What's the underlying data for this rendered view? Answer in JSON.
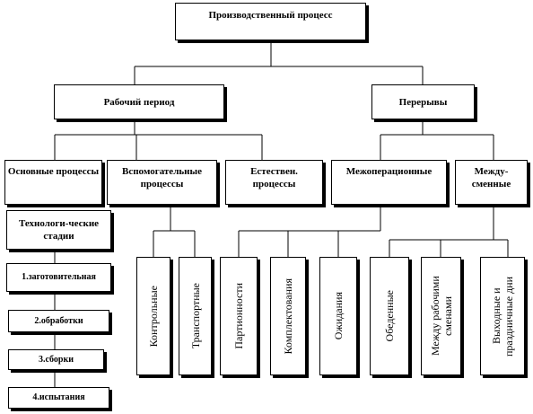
{
  "diagram": {
    "root": "Производственный процесс",
    "working_period": "Рабочий период",
    "breaks": "Перерывы",
    "main_processes": "Основные процессы",
    "auxiliary_processes": "Вспомогательные процессы",
    "natural_processes": "Естествен. процессы",
    "interoperational": "Межоперационные",
    "intershift": "Между-сменные",
    "tech_stages": "Технологи-ческие стадии",
    "stages": [
      "1.заготовительная",
      "2.обработки",
      "3.сборки",
      "4.испытания"
    ],
    "auxiliary_types": [
      "Контрольные",
      "Транспортные"
    ],
    "interoperational_types": [
      "Партионности",
      "Комплектования",
      "Ожидания"
    ],
    "intershift_types": [
      "Обеденные",
      "Между рабочими сменами",
      "Выходные и праздничные дни"
    ]
  }
}
